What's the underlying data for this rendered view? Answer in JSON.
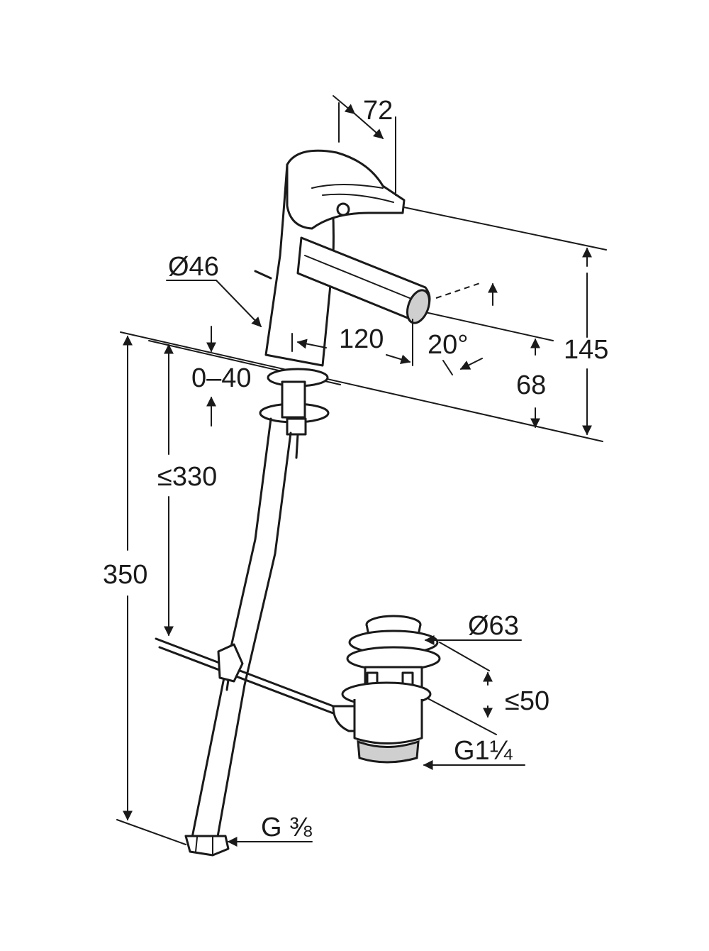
{
  "dimensions": {
    "spout_width": "72",
    "body_diameter": "Ø46",
    "spout_reach": "120",
    "spout_angle": "20°",
    "total_height": "145",
    "spout_height": "68",
    "deck_thickness": "0–40",
    "pull_rod_length": "≤330",
    "hose_length": "350",
    "waste_diameter": "Ø63",
    "waste_height": "≤50",
    "waste_thread": "G1¼",
    "hose_thread": "G ⅜"
  }
}
